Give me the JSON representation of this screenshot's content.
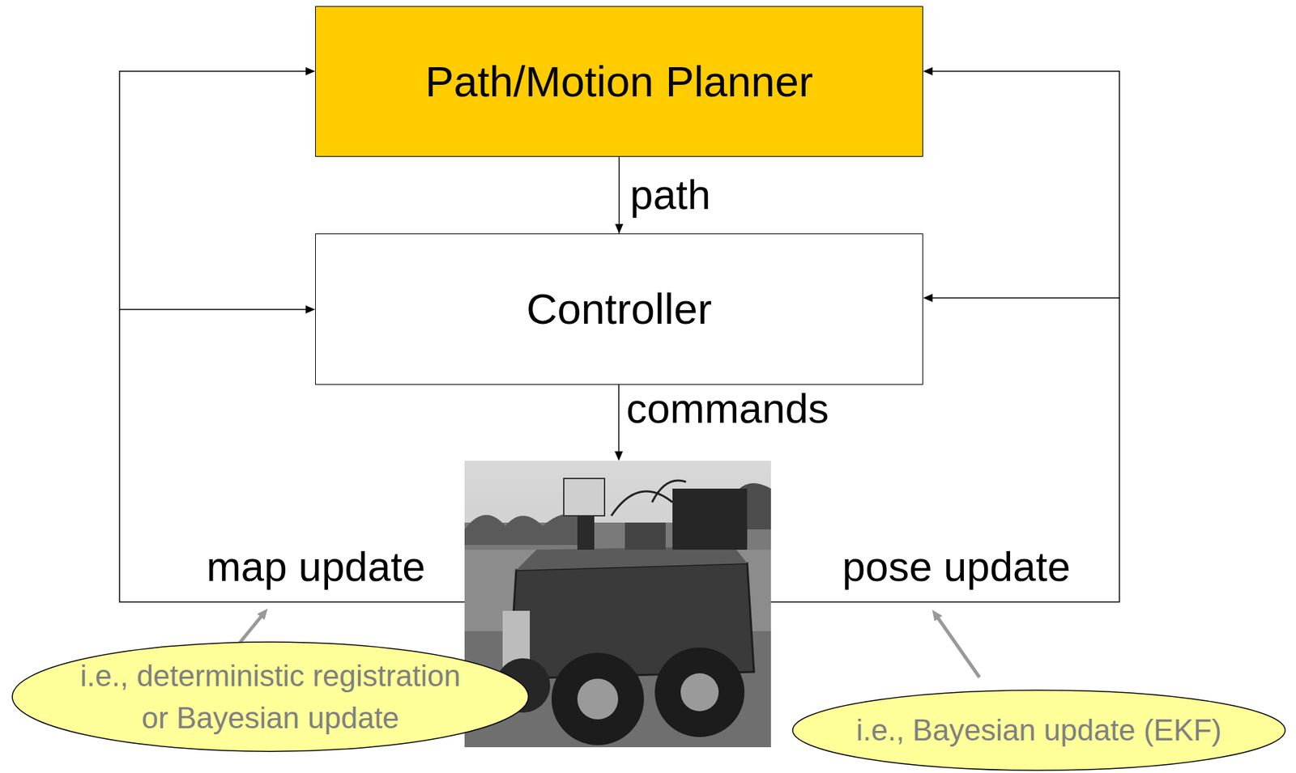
{
  "diagram": {
    "nodes": [
      {
        "text": [
          "Path/Motion Planner"
        ]
      },
      {
        "text": [
          "Controller"
        ]
      },
      {
        "text": [
          "i.e., deterministic registration or Bayesian update"
        ]
      },
      {
        "text": [
          "i.e., Bayesian update (EKF)"
        ]
      }
    ],
    "edges": [
      {
        "from": 0,
        "to": 1,
        "label": "path",
        "arrow": "to"
      }
    ],
    "labels": [
      "commands",
      "map update",
      "pose update"
    ]
  }
}
